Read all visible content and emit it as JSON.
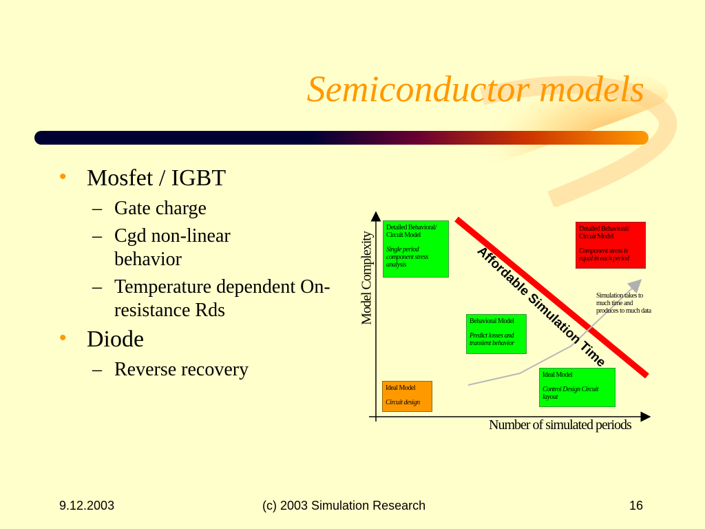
{
  "slide": {
    "title": "Semiconductor models",
    "bullets": [
      {
        "text": "Mosfet / IGBT",
        "subs": [
          "Gate charge",
          "Cgd non-linear behavior",
          "Temperature dependent On-resistance Rds"
        ]
      },
      {
        "text": "Diode",
        "subs": [
          "Reverse recovery"
        ]
      }
    ],
    "bullet_glyph": "•",
    "dash_glyph": "–"
  },
  "diagram": {
    "y_axis_label": "Model Complexity",
    "x_axis_label": "Number of simulated periods",
    "band_label": "Affordable Simulation Time",
    "boxes": {
      "detailed_ok": {
        "heading": "Detailed Behavioral/ Circuit Model",
        "italic": "Single period component stress analysis",
        "color": "#00ff00"
      },
      "detailed_bad": {
        "heading": "Detailed Behavioral/ Circuit Model",
        "italic": "Component stress is equal in each period",
        "color": "#ff0000"
      },
      "behavioral": {
        "heading": "Behavioral Model",
        "italic": "Predict losses and transient behavior",
        "color": "#00ff00"
      },
      "ideal_circuit": {
        "heading": "Ideal Model",
        "italic": "Circuit design",
        "color": "#ff9900"
      },
      "ideal_control": {
        "heading": "Ideal Model",
        "italic": "Control Design Circuit layout",
        "color": "#00ff00"
      }
    },
    "note": "Simulation takes to much time and produces to much data"
  },
  "footer": {
    "date": "9.12.2003",
    "copyright": "(c) 2003 Simulation Research",
    "page": "16"
  }
}
